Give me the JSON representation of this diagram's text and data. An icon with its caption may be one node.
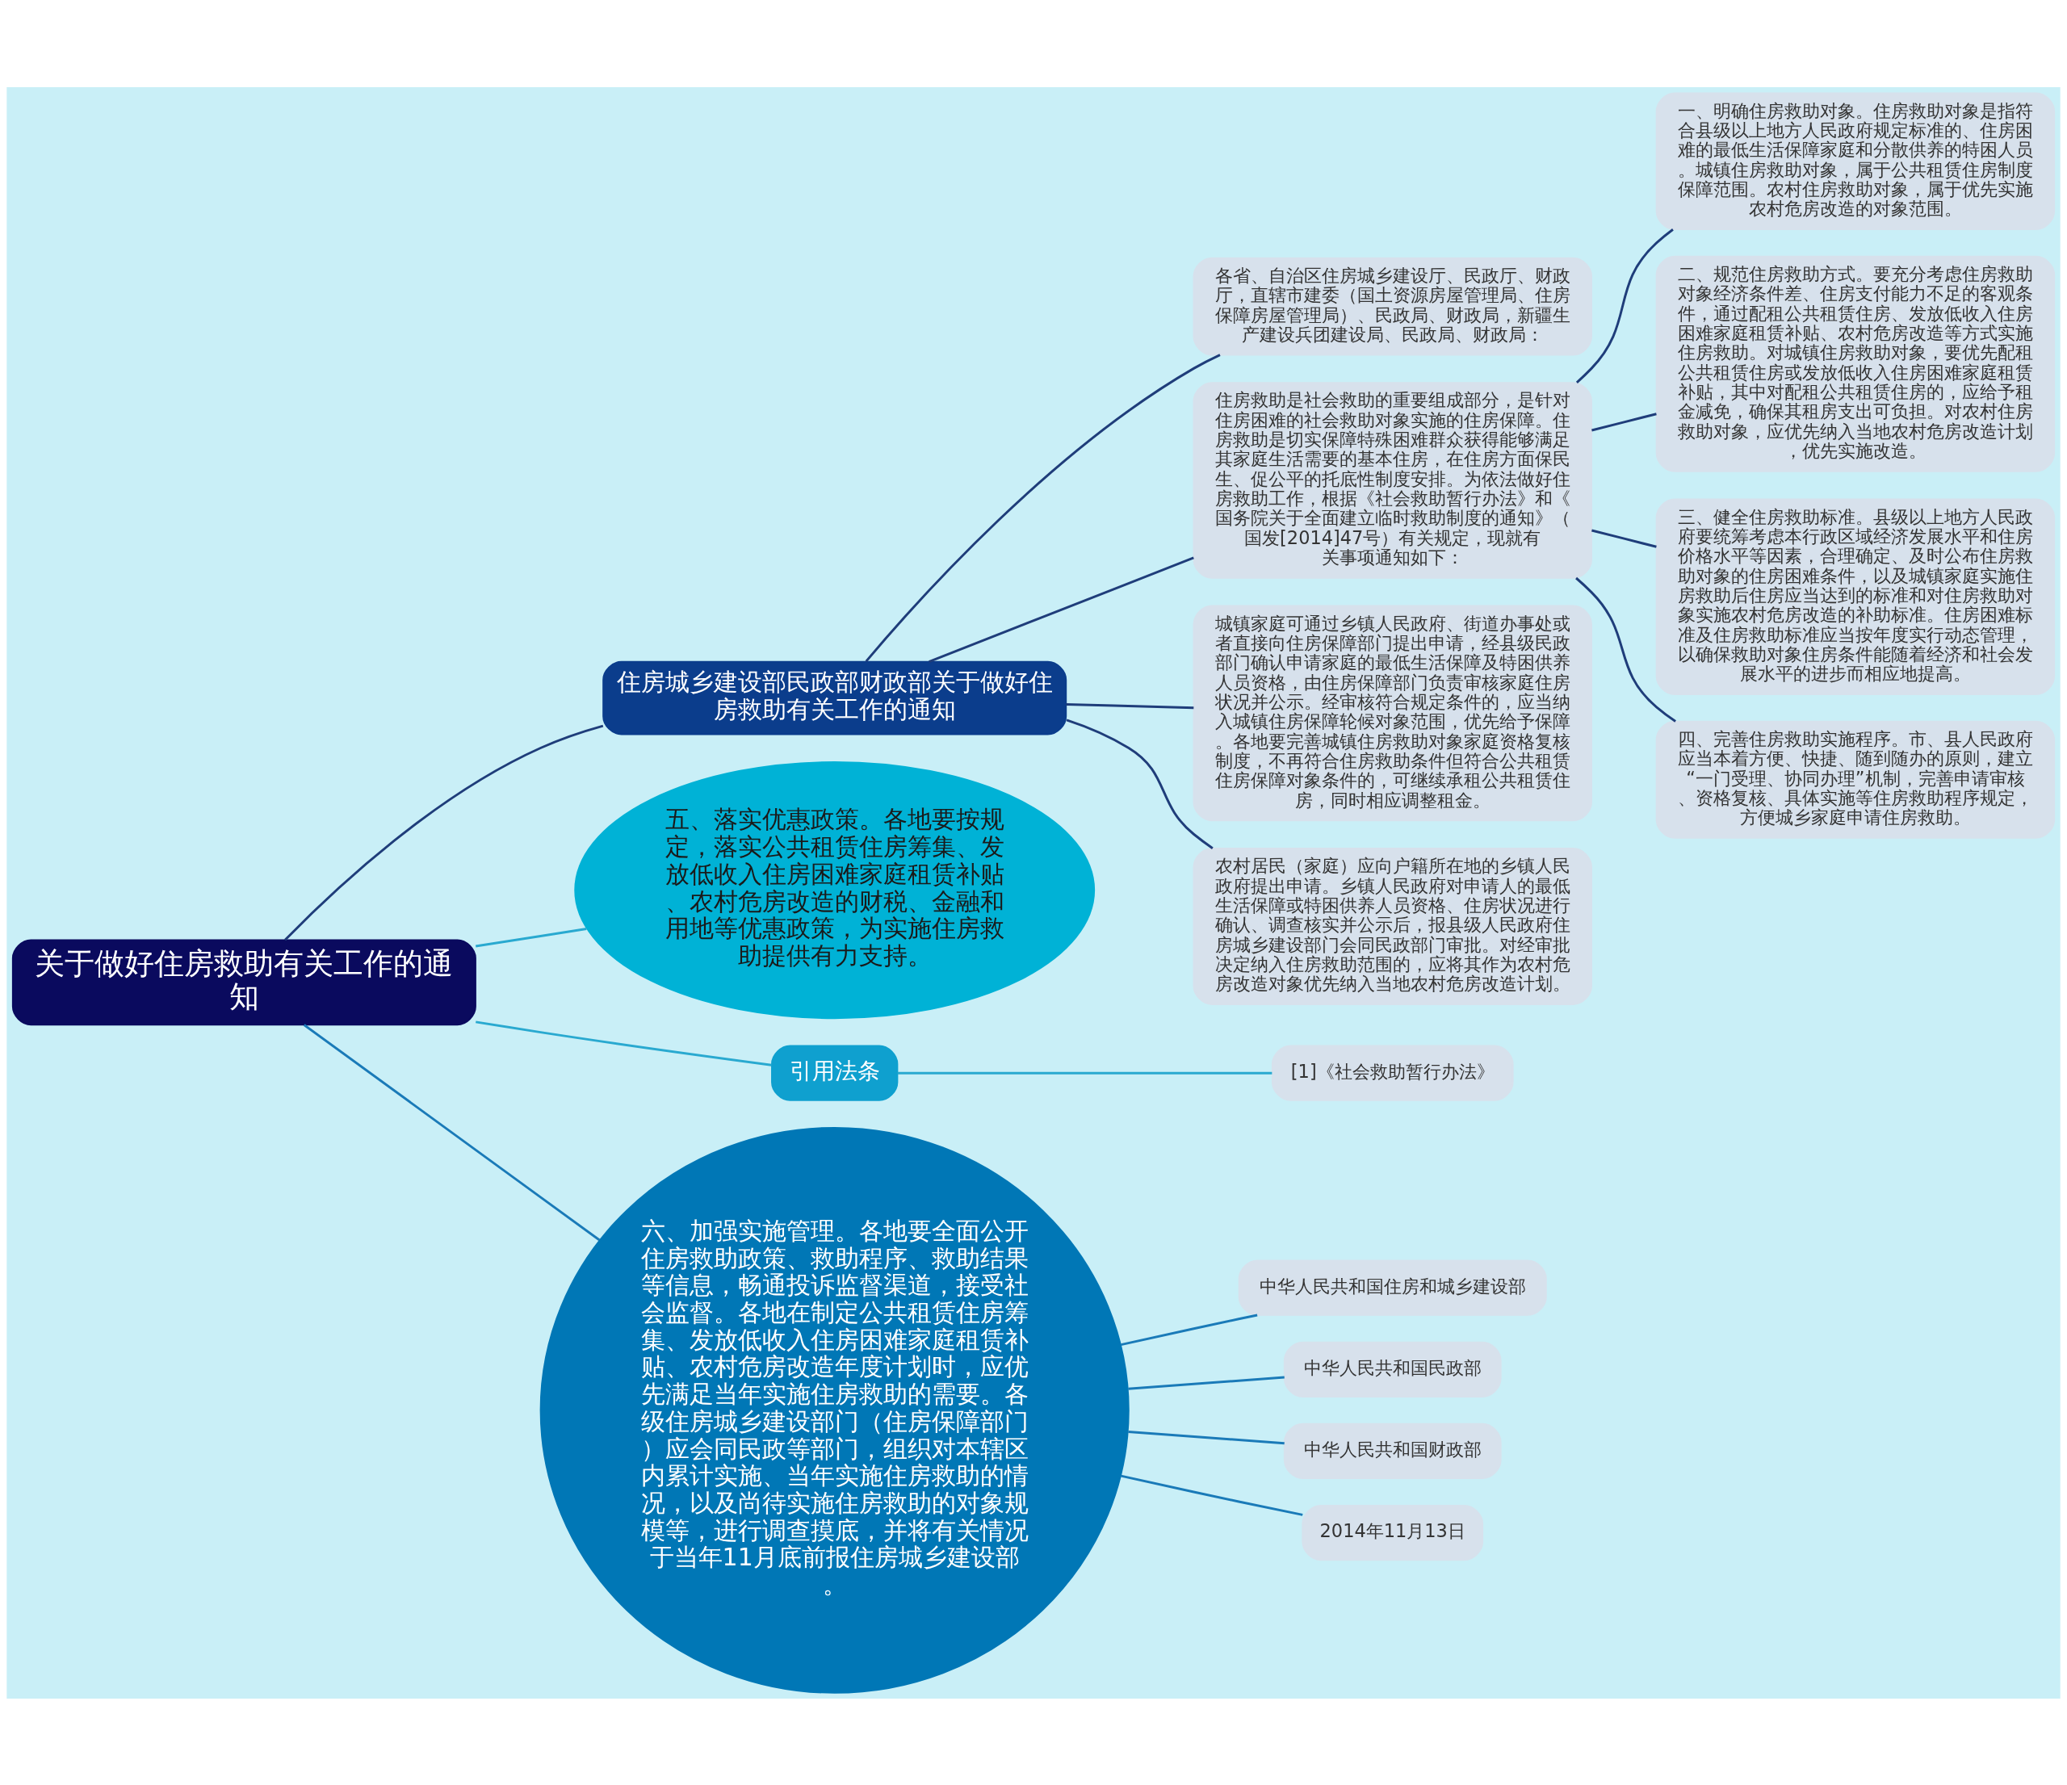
{
  "diagram": {
    "nodes": [
      {
        "text": [
          "关于做好住房救助有关工作的通知"
        ]
      },
      {
        "text": [
          "住房城乡建设部民政部财政部关于做好住房救助有关工作的通知"
        ]
      },
      {
        "text": [
          "各省、自治区住房城乡建设厅、民政厅、财政厅，直辖市建委（国土资源房屋管理局、住房保障房屋管理局）、民政局、财政局，新疆生产建设兵团建设局、民政局、财政局："
        ]
      },
      {
        "text": [
          "住房救助是社会救助的重要组成部分，是针对住房困难的社会救助对象实施的住房保障。住房救助是切实保障特殊困难群众获得能够满足其家庭生活需要的基本住房，在住房方面保民生、促公平的托底性制度安排。为依法做好住房救助工作，根据《社会救助暂行办法》和《国务院关于全面建立临时救助制度的通知》（国发[2014]47号）有关规定，现就有关事项通知如下："
        ]
      },
      {
        "text": [
          "一、明确住房救助对象。住房救助对象是指符合县级以上地方人民政府规定标准的、住房困难的最低生活保障家庭和分散供养的特困人员。城镇住房救助对象，属于公共租赁住房制度保障范围。农村住房救助对象，属于优先实施农村危房改造的对象范围。"
        ]
      },
      {
        "text": [
          "二、规范住房救助方式。要充分考虑住房救助对象经济条件差、住房支付能力不足的客观条件，通过配租公共租赁住房、发放低收入住房困难家庭租赁补贴、农村危房改造等方式实施住房救助。对城镇住房救助对象，要优先配租公共租赁住房或发放低收入住房困难家庭租赁补贴，其中对配租公共租赁住房的，应给予租金减免，确保其租房支出可负担。对农村住房救助对象，应优先纳入当地农村危房改造计划，优先实施改造。"
        ]
      },
      {
        "text": [
          "三、健全住房救助标准。县级以上地方人民政府要统筹考虑本行政区域经济发展水平和住房价格水平等因素，合理确定、及时公布住房救助对象的住房困难条件，以及城镇家庭实施住房救助后住房应当达到的标准和对住房救助对象实施农村危房改造的补助标准。住房困难标准及住房救助标准应当按年度实行动态管理，以确保救助对象住房条件能随着经济和社会发展水平的进步而相应地提高。"
        ]
      },
      {
        "text": [
          "四、完善住房救助实施程序。市、县人民政府应当本着方便、快捷、随到随办的原则，建立“一门受理、协同办理”机制，完善申请审核、资格复核、具体实施等住房救助程序规定，方便城乡家庭申请住房救助。"
        ]
      },
      {
        "text": [
          "城镇家庭可通过乡镇人民政府、街道办事处或者直接向住房保障部门提出申请，经县级民政部门确认申请家庭的最低生活保障及特困供养人员资格，由住房保障部门负责审核家庭住房状况并公示。经审核符合规定条件的，应当纳入城镇住房保障轮候对象范围，优先给予保障。各地要完善城镇住房救助对象家庭资格复核制度，不再符合住房救助条件但符合公共租赁住房保障对象条件的，可继续承租公共租赁住房，同时相应调整租金。"
        ]
      },
      {
        "text": [
          "农村居民（家庭）应向户籍所在地的乡镇人民政府提出申请。乡镇人民政府对申请人的最低生活保障或特困供养人员资格、住房状况进行确认、调查核实并公示后，报县级人民政府住房城乡建设部门会同民政部门审批。对经审批决定纳入住房救助范围的，应将其作为农村危房改造对象优先纳入当地农村危房改造计划。"
        ]
      },
      {
        "text": [
          "五、落实优惠政策。各地要按规定，落实公共租赁住房筹集、发放低收入住房困难家庭租赁补贴、农村危房改造的财税、金融和用地等优惠政策，为实施住房救助提供有力支持。"
        ]
      },
      {
        "text": [
          "引用法条"
        ]
      },
      {
        "text": [
          "[1]《社会救助暂行办法》"
        ]
      },
      {
        "text": [
          "六、加强实施管理。各地要全面公开住房救助政策、救助程序、救助结果等信息，畅通投诉监督渠道，接受社会监督。各地在制定公共租赁住房筹集、发放低收入住房困难家庭租赁补贴、农村危房改造年度计划时，应优先满足当年实施住房救助的需要。各级住房城乡建设部门（住房保障部门）应会同民政等部门，组织对本辖区内累计实施、当年实施住房救助的情况，以及尚待实施住房救助的对象规模等，进行调查摸底，并将有关情况于当年11月底前报住房城乡建设部。"
        ]
      },
      {
        "text": [
          "中华人民共和国住房和城乡建设部"
        ]
      },
      {
        "text": [
          "中华人民共和国民政部"
        ]
      },
      {
        "text": [
          "中华人民共和国财政部"
        ]
      },
      {
        "text": [
          "2014年11月13日"
        ]
      }
    ],
    "edges": [
      {
        "from": 0,
        "to": 1,
        "arrow": "none"
      },
      {
        "from": 1,
        "to": 2,
        "arrow": "none"
      },
      {
        "from": 1,
        "to": 3,
        "arrow": "none"
      },
      {
        "from": 3,
        "to": 4,
        "arrow": "none"
      },
      {
        "from": 3,
        "to": 5,
        "arrow": "none"
      },
      {
        "from": 3,
        "to": 6,
        "arrow": "none"
      },
      {
        "from": 3,
        "to": 7,
        "arrow": "none"
      },
      {
        "from": 1,
        "to": 8,
        "arrow": "none"
      },
      {
        "from": 1,
        "to": 9,
        "arrow": "none"
      },
      {
        "from": 0,
        "to": 10,
        "arrow": "none",
        "color": "#29a9d0"
      },
      {
        "from": 0,
        "to": 11,
        "arrow": "none",
        "color": "#29a9d0"
      },
      {
        "from": 11,
        "to": 12,
        "arrow": "none",
        "color": "#29a9d0"
      },
      {
        "from": 0,
        "to": 13,
        "arrow": "none",
        "color": "#1a7ab8"
      },
      {
        "from": 13,
        "to": 14,
        "arrow": "none",
        "color": "#1a7ab8"
      },
      {
        "from": 13,
        "to": 15,
        "arrow": "none",
        "color": "#1a7ab8"
      },
      {
        "from": 13,
        "to": 16,
        "arrow": "none",
        "color": "#1a7ab8"
      },
      {
        "from": 13,
        "to": 17,
        "arrow": "none",
        "color": "#1a7ab8"
      }
    ]
  }
}
